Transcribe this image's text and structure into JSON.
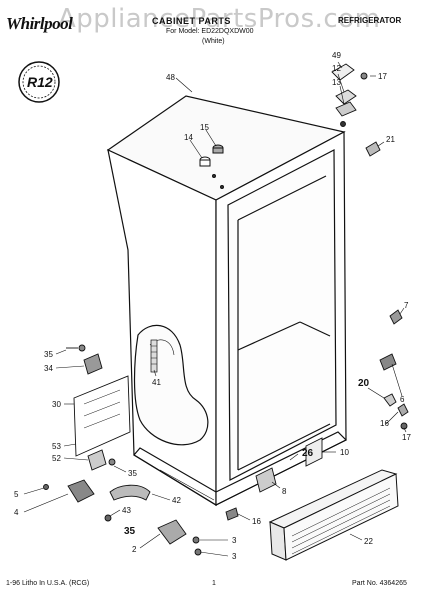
{
  "header": {
    "brand": "Whirlpool",
    "watermark": "AppliancePartsPros.com",
    "title": "CABINET PARTS",
    "subtitle": "For Model: ED22DQXDW00",
    "subnote": "(White)",
    "category": "REFRIGERATOR"
  },
  "logo": {
    "text": "R12"
  },
  "callouts": {
    "c48": "48",
    "c49": "49",
    "c12": "12",
    "c13": "13",
    "c17a": "17",
    "c14": "14",
    "c15": "15",
    "c21": "21",
    "c7": "7",
    "c6": "6",
    "c20": "20",
    "c16a": "16",
    "c17b": "17",
    "c10": "10",
    "c26": "26",
    "c8": "8",
    "c16b": "16",
    "c22": "22",
    "c35a": "35",
    "c34": "34",
    "c41": "41",
    "c30": "30",
    "c53": "53",
    "c52": "52",
    "c35b": "35",
    "c42": "42",
    "c5": "5",
    "c4": "4",
    "c43": "43",
    "c35c": "35",
    "c2": "2",
    "c3a": "3",
    "c3b": "3"
  },
  "footer": {
    "left": "1-96 Litho In U.S.A. (RCG)",
    "page": "1",
    "part": "Part No. 4364265"
  }
}
